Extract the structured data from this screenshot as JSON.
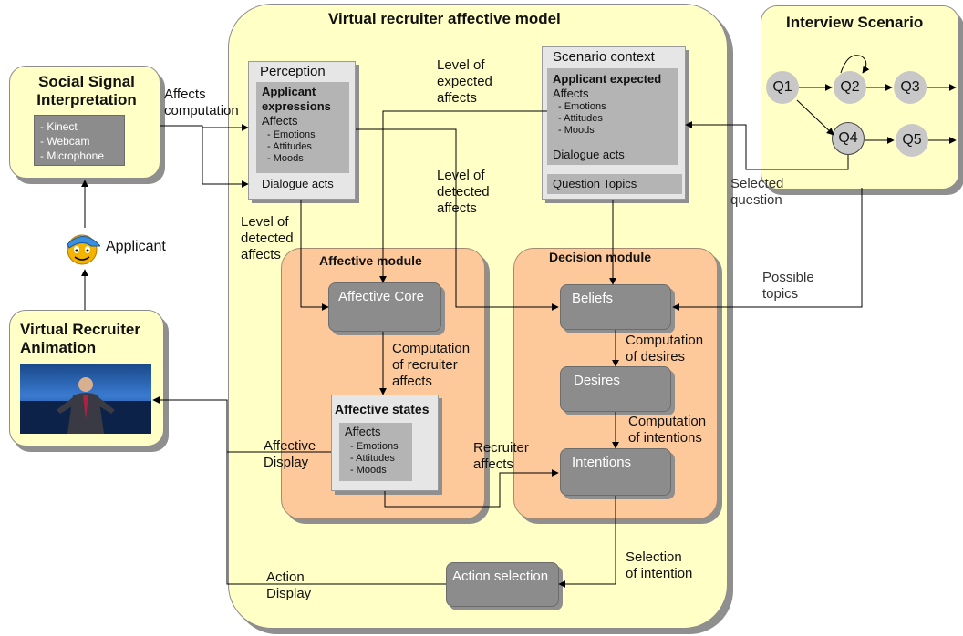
{
  "main_title": "Virtual recruiter affective model",
  "social_signal": {
    "title": "Social Signal Interpretation",
    "devices": "- Kinect\n- Webcam\n- Microphone"
  },
  "applicant_label": "Applicant",
  "vr_animation": {
    "title": "Virtual Recruiter Animation"
  },
  "interview": {
    "title": "Interview Scenario",
    "questions": [
      "Q1",
      "Q2",
      "Q3",
      "Q4",
      "Q5"
    ]
  },
  "perception": {
    "title": "Perception",
    "heading": "Applicant expressions",
    "affects": "Affects",
    "sub": "- Emotions\n- Attitudes\n- Moods",
    "dialogue": "Dialogue acts"
  },
  "scenario_context": {
    "title": "Scenario context",
    "heading": "Applicant expected",
    "affects": "Affects",
    "sub": "- Emotions\n- Attitudes\n- Moods",
    "dialogue": "Dialogue acts",
    "topics": "Question Topics"
  },
  "affective_module": {
    "title": "Affective module",
    "core": "Affective Core",
    "states_title": "Affective states",
    "affects": "Affects",
    "sub": "- Emotions\n- Attitudes\n- Moods"
  },
  "decision_module": {
    "title": "Decision module",
    "beliefs": "Beliefs",
    "desires": "Desires",
    "intentions": "Intentions"
  },
  "action_selection": "Action selection",
  "edge_labels": {
    "affects_computation": "Affects\ncomputation",
    "level_expected": "Level of\nexpected\naffects",
    "level_detected_1": "Level of\ndetected\naffects",
    "level_detected_2": "Level of\ndetected\naffects",
    "selected_question": "Selected\nquestion",
    "possible_topics": "Possible\ntopics",
    "comp_recruiter": "Computation\nof recruiter\naffects",
    "comp_desires": "Computation\nof desires",
    "comp_intentions": "Computation\nof intentions",
    "recruiter_affects": "Recruiter\naffects",
    "affective_display": "Affective\nDisplay",
    "selection_intention": "Selection\nof intention",
    "action_display": "Action\nDisplay"
  }
}
